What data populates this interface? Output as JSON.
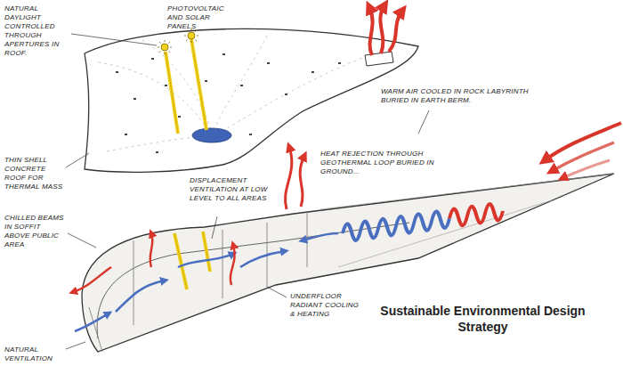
{
  "diagram": {
    "title": "Sustainable Environmental Design Strategy",
    "labels": [
      "NATURAL DAYLIGHT CONTROLLED THROUGH APERTURES IN ROOF.",
      "PHOTOVOLTAIC AND SOLAR PANELS",
      "THIN SHELL CONCRETE ROOF FOR THERMAL MASS",
      "WARM AIR COOLED IN ROCK LABYRINTH BURIED IN EARTH BERM.",
      "HEAT REJECTION THROUGH GEOTHERMAL LOOP BURIED IN GROUND...",
      "DISPLACEMENT VENTILATION AT LOW LEVEL TO ALL AREAS",
      "CHILLED BEAMS IN SOFFIT ABOVE PUBLIC AREA",
      "UNDERFLOOR RADIANT COOLING & HEATING",
      "NATURAL VENTILATION"
    ]
  }
}
